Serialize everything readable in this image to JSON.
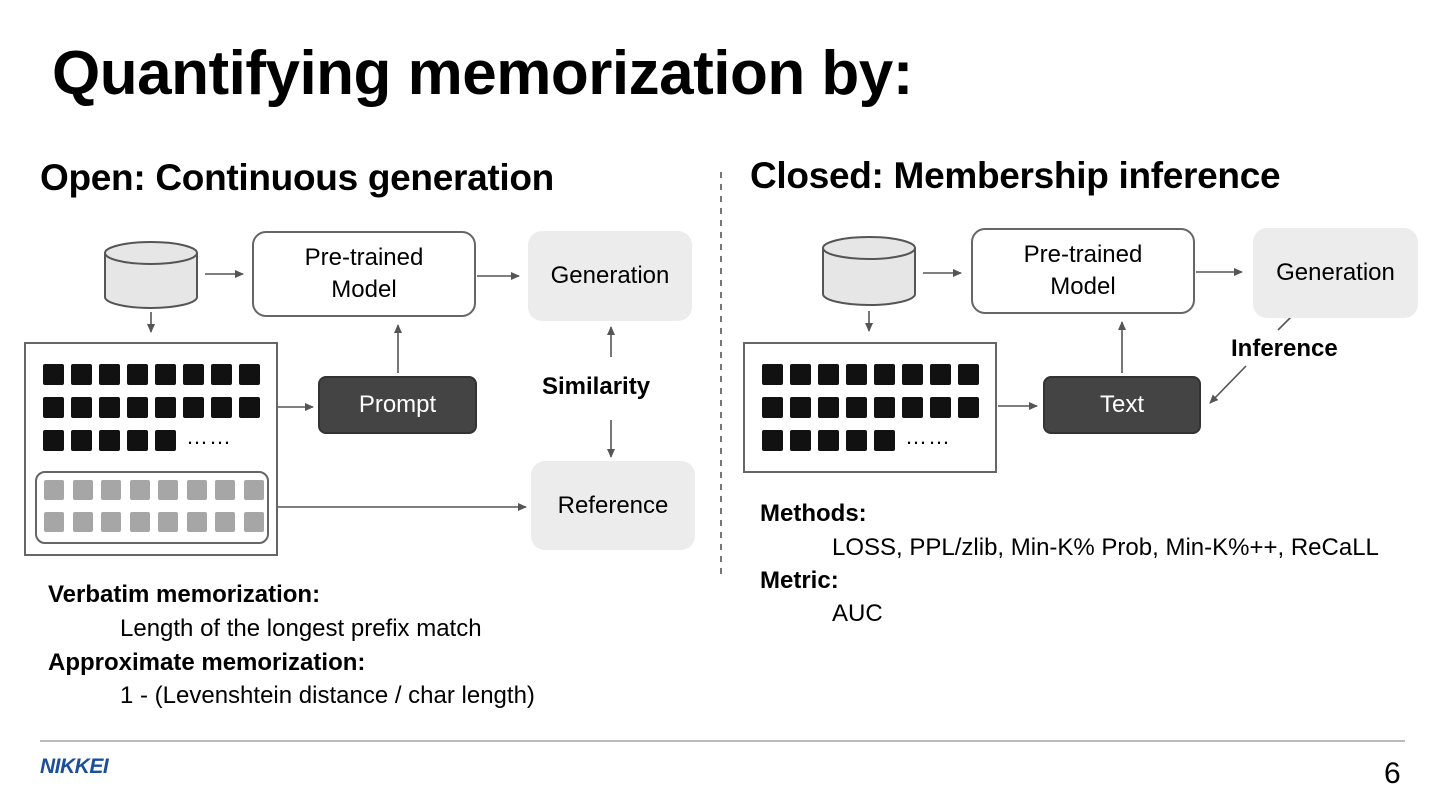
{
  "slide": {
    "title": "Quantifying memorization by:",
    "page_number": "6",
    "logo_text": "NIKKEI"
  },
  "open": {
    "heading": "Open: Continuous generation",
    "model_label_line1": "Pre-trained",
    "model_label_line2": "Model",
    "generation_label": "Generation",
    "prompt_label": "Prompt",
    "reference_label": "Reference",
    "similarity_label": "Similarity",
    "ellipsis": "……",
    "verbatim_title": "Verbatim memorization:",
    "verbatim_desc": "Length of the longest prefix match",
    "approx_title": "Approximate memorization:",
    "approx_desc": "1 - (Levenshtein distance / char length)"
  },
  "closed": {
    "heading": "Closed: Membership inference",
    "model_label_line1": "Pre-trained",
    "model_label_line2": "Model",
    "generation_label": "Generation",
    "text_label": "Text",
    "inference_label": "Inference",
    "ellipsis": "……",
    "methods_title": "Methods:",
    "methods_desc": "LOSS, PPL/zlib, Min-K% Prob, Min-K%++, ReCaLL",
    "metric_title": "Metric:",
    "metric_desc": "AUC"
  },
  "colors": {
    "dark_box": "#444444",
    "grey_box": "#ececec",
    "token_dark": "#111111",
    "token_grey": "#a6a6a6",
    "logo": "#1b4f9c"
  }
}
